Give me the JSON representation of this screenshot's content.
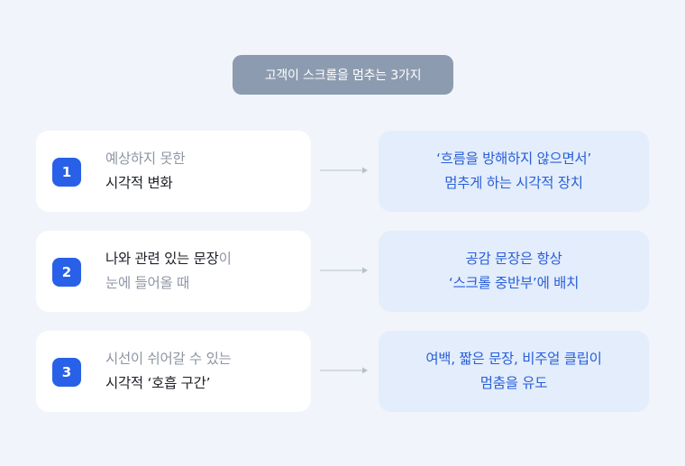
{
  "title": "고객이 스크롤을 멈추는 3가지",
  "rows": [
    {
      "number": "1",
      "left_lines": [
        {
          "parts": [
            {
              "text": "예상하지 못한",
              "tone": "muted"
            }
          ]
        },
        {
          "parts": [
            {
              "text": "시각적 변화",
              "tone": "strong"
            }
          ]
        }
      ],
      "right_lines": [
        "‘흐름을 방해하지 않으면서’",
        "멈추게 하는 시각적 장치"
      ]
    },
    {
      "number": "2",
      "left_lines": [
        {
          "parts": [
            {
              "text": "나와 관련 있는 문장",
              "tone": "strong"
            },
            {
              "text": "이",
              "tone": "muted"
            }
          ]
        },
        {
          "parts": [
            {
              "text": "눈에 들어올 때",
              "tone": "muted"
            }
          ]
        }
      ],
      "right_lines": [
        "공감 문장은 항상",
        "‘스크롤 중반부’에 배치"
      ]
    },
    {
      "number": "3",
      "left_lines": [
        {
          "parts": [
            {
              "text": "시선이 쉬어갈 수 있는",
              "tone": "muted"
            }
          ]
        },
        {
          "parts": [
            {
              "text": "시각적 ‘호흡 구간’",
              "tone": "strong"
            }
          ]
        }
      ],
      "right_lines": [
        "여백, 짧은 문장, 비주얼 클립이",
        "멈춤을 유도"
      ]
    }
  ],
  "colors": {
    "background": "#f1f4fa",
    "title_pill": "#8c9bb0",
    "badge": "#2860e8",
    "right_card": "#e3edfc",
    "right_text": "#2a5fd8",
    "muted_text": "#8e96a3",
    "strong_text": "#1c1f26",
    "arrow": "#b8c0cc"
  }
}
